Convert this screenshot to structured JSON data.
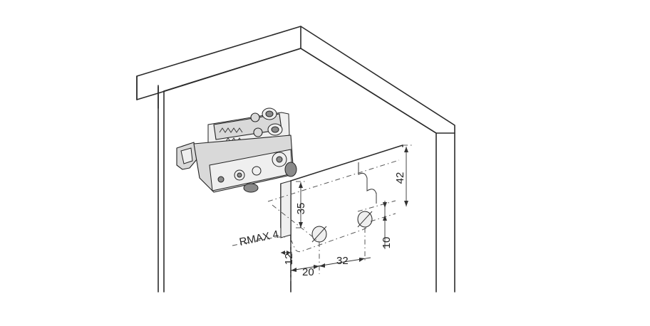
{
  "dimensions": {
    "d42": "42",
    "d35": "35",
    "d10": "10",
    "d12": "12",
    "d20": "20",
    "d32": "32",
    "radius": "RMAX 4"
  },
  "colors": {
    "line": "#2b2b2b",
    "part_fill": "#d9d9d9",
    "background": "#ffffff"
  },
  "icons": [
    "drawer-clip-part",
    "drill-hole-icon"
  ]
}
